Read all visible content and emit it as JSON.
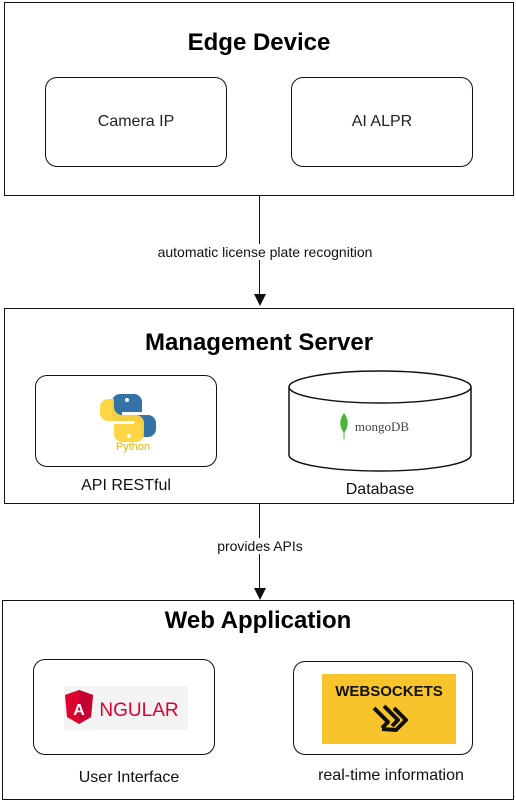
{
  "edge_device": {
    "title": "Edge Device",
    "components": [
      {
        "label": "Camera IP"
      },
      {
        "label": "AI ALPR"
      }
    ]
  },
  "edge_to_server": {
    "label": "automatic license plate recognition"
  },
  "management_server": {
    "title": "Management Server",
    "api": {
      "logo_text": "Python",
      "caption": "API RESTful"
    },
    "database": {
      "logo_text": "mongoDB",
      "caption": "Database"
    }
  },
  "server_to_web": {
    "label": "provides APIs"
  },
  "web_application": {
    "title": "Web Application",
    "ui": {
      "logo_text": "NGULAR",
      "logo_letter": "A",
      "caption": "User Interface"
    },
    "realtime": {
      "logo_text": "WEBSOCKETS",
      "caption": "real-time information"
    }
  },
  "colors": {
    "python_blue": "#3572A5",
    "python_yellow": "#FFD43B",
    "angular_red": "#DD0031",
    "mongo_green": "#4DB33D",
    "websockets_yellow": "#F7C52B"
  }
}
